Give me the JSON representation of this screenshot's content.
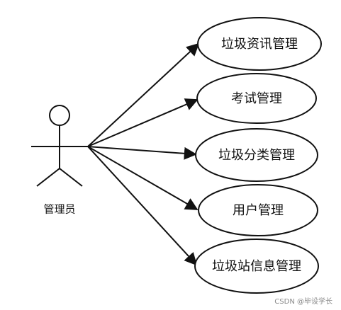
{
  "actor": {
    "label": "管理员"
  },
  "use_cases": [
    {
      "label": "垃圾资讯管理"
    },
    {
      "label": "考试管理"
    },
    {
      "label": "垃圾分类管理"
    },
    {
      "label": "用户管理"
    },
    {
      "label": "垃圾站信息管理"
    }
  ],
  "watermark": "CSDN @毕设学长"
}
